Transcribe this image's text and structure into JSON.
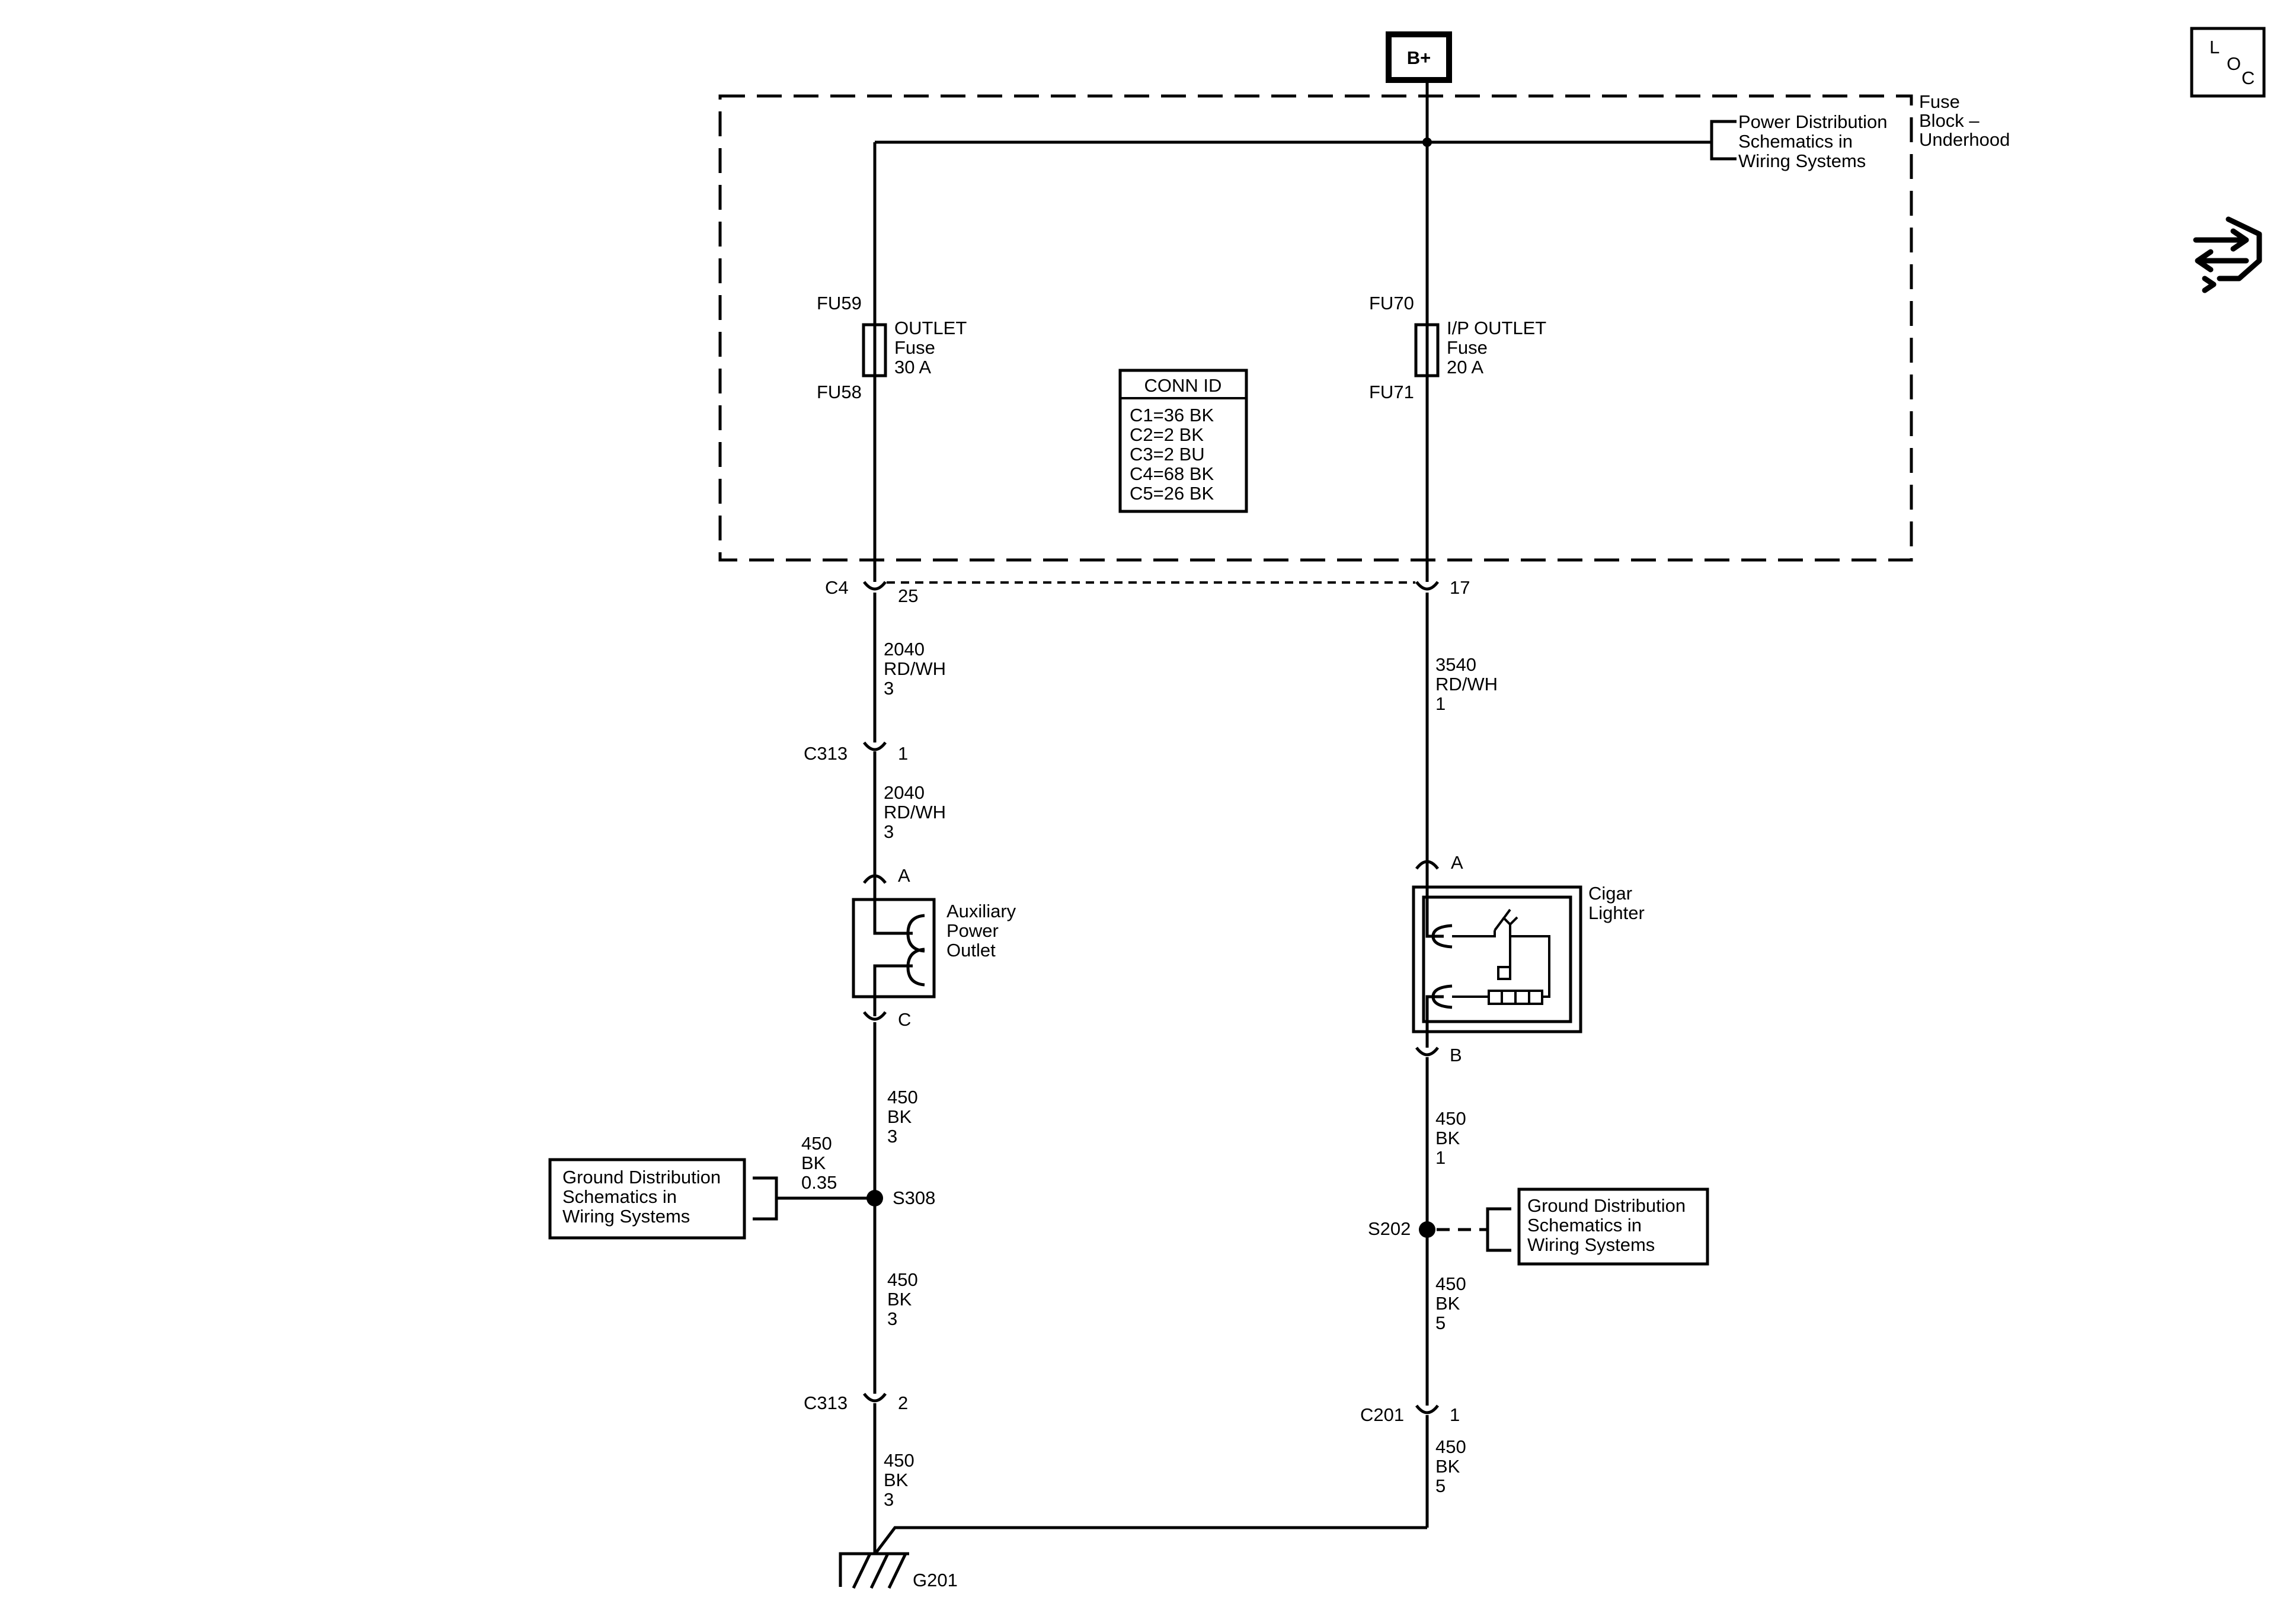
{
  "header": {
    "battery": "B+",
    "loc_icon": "loc-icon",
    "loc_letters": [
      "L",
      "O",
      "C"
    ],
    "nav_icon": "hand-arrows-icon"
  },
  "fuse_block": {
    "title": [
      "Fuse",
      "Block –",
      "Underhood"
    ],
    "power_ref": [
      "Power Distribution",
      "Schematics in",
      "Wiring Systems"
    ],
    "conn_id": {
      "title": "CONN ID",
      "rows": [
        "C1=36 BK",
        "C2=2 BK",
        "C3=2 BU",
        "C4=68 BK",
        "C5=26 BK"
      ]
    }
  },
  "left_circuit": {
    "fuse_top": "FU59",
    "fuse_bottom": "FU58",
    "fuse_label": [
      "OUTLET",
      "Fuse",
      "30 A"
    ],
    "c4_label": "C4",
    "c4_pin": "25",
    "wire1": [
      "2040",
      "RD/WH",
      "3"
    ],
    "c313a_label": "C313",
    "c313a_pin": "1",
    "wire2": [
      "2040",
      "RD/WH",
      "3"
    ],
    "outlet_pin_a": "A",
    "outlet_label": [
      "Auxiliary",
      "Power",
      "Outlet"
    ],
    "outlet_pin_c": "C",
    "wire3": [
      "450",
      "BK",
      "3"
    ],
    "splice_label": "S308",
    "splice_branch": [
      "450",
      "BK",
      "0.35"
    ],
    "ground_ref": [
      "Ground Distribution",
      "Schematics in",
      "Wiring Systems"
    ],
    "wire4": [
      "450",
      "BK",
      "3"
    ],
    "c313b_label": "C313",
    "c313b_pin": "2",
    "wire5": [
      "450",
      "BK",
      "3"
    ],
    "ground_label": "G201"
  },
  "right_circuit": {
    "fuse_top": "FU70",
    "fuse_bottom": "FU71",
    "fuse_label": [
      "I/P OUTLET",
      "Fuse",
      "20 A"
    ],
    "pin": "17",
    "wire1": [
      "3540",
      "RD/WH",
      "1"
    ],
    "lighter_pin_a": "A",
    "lighter_label": [
      "Cigar",
      "Lighter"
    ],
    "lighter_pin_b": "B",
    "wire2": [
      "450",
      "BK",
      "1"
    ],
    "splice_label": "S202",
    "ground_ref": [
      "Ground Distribution",
      "Schematics in",
      "Wiring Systems"
    ],
    "wire3": [
      "450",
      "BK",
      "5"
    ],
    "c201_label": "C201",
    "c201_pin": "1",
    "wire4": [
      "450",
      "BK",
      "5"
    ]
  }
}
